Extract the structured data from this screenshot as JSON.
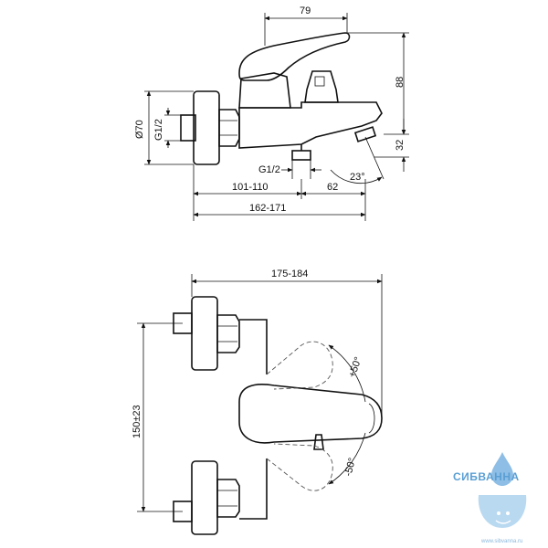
{
  "top_view": {
    "dim_width_top": "79",
    "dim_height_total": "88",
    "dim_spout_height": "32",
    "dim_diameter": "Ø70",
    "dim_thread_left": "G1/2",
    "dim_thread_bottom": "G1/2",
    "dim_angle": "23°",
    "dim_length_a": "101-110",
    "dim_length_b": "62",
    "dim_length_total": "162-171"
  },
  "bottom_view": {
    "dim_width_total": "175-184",
    "dim_center_distance": "150±23",
    "dim_angle_plus": "+50°",
    "dim_angle_minus": "-50°"
  },
  "watermark": {
    "brand": "СИБВАННА",
    "url": "www.sibvanna.ru"
  }
}
